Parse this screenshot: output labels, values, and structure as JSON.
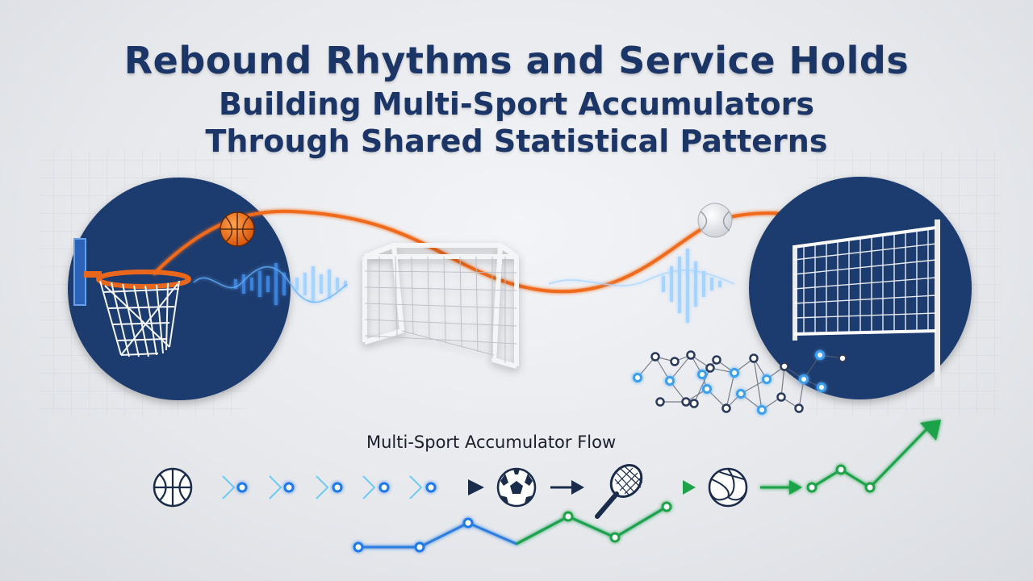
{
  "header": {
    "title": "Rebound Rhythms and Service Holds",
    "subtitle_line1": "Building Multi-Sport Accumulators",
    "subtitle_line2": "Through Shared Statistical Patterns"
  },
  "flow": {
    "label": "Multi-Sport Accumulator Flow",
    "steps": [
      "basketball-icon",
      "soccer-ball-icon",
      "tennis-racket-icon",
      "volleyball-icon"
    ]
  },
  "colors": {
    "navy": "#1b3566",
    "circle_navy": "#1d3a6e",
    "orange": "#f06b1c",
    "blue": "#2f7de0",
    "cyan": "#4fc3f7",
    "green": "#1fa34a"
  },
  "icons": [
    "basketball-hoop-icon",
    "basketball-icon",
    "soccer-goal-icon",
    "tennis-ball-icon",
    "volleyball-net-icon",
    "network-nodes-icon",
    "trend-arrow-icon"
  ]
}
